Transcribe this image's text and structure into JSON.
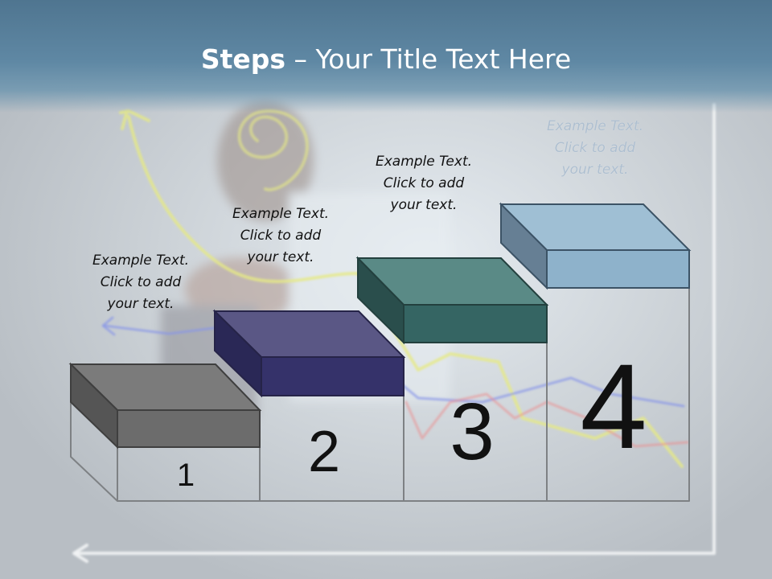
{
  "slide": {
    "title_bold": "Steps",
    "title_rest": " – Your Title Text Here"
  },
  "steps": [
    {
      "number": "1",
      "caption": "Example Text.\nClick  to add\nyour text.",
      "top_color": "#7b7b7b",
      "side_color": "#555555",
      "front_color": "#6c6c6c"
    },
    {
      "number": "2",
      "caption": "Example Text.\nClick  to add\nyour text.",
      "top_color": "#5a5785",
      "side_color": "#2a2856",
      "front_color": "#35326a"
    },
    {
      "number": "3",
      "caption": "Example Text.\nClick  to add\nyour text.",
      "top_color": "#5a8a86",
      "side_color": "#2a4e4c",
      "front_color": "#356563"
    },
    {
      "number": "4",
      "caption": "Example Text.\nClick  to add\nyour text.",
      "top_color": "#9fbfd4",
      "side_color": "#667f94",
      "front_color": "#8eb2cb"
    }
  ]
}
